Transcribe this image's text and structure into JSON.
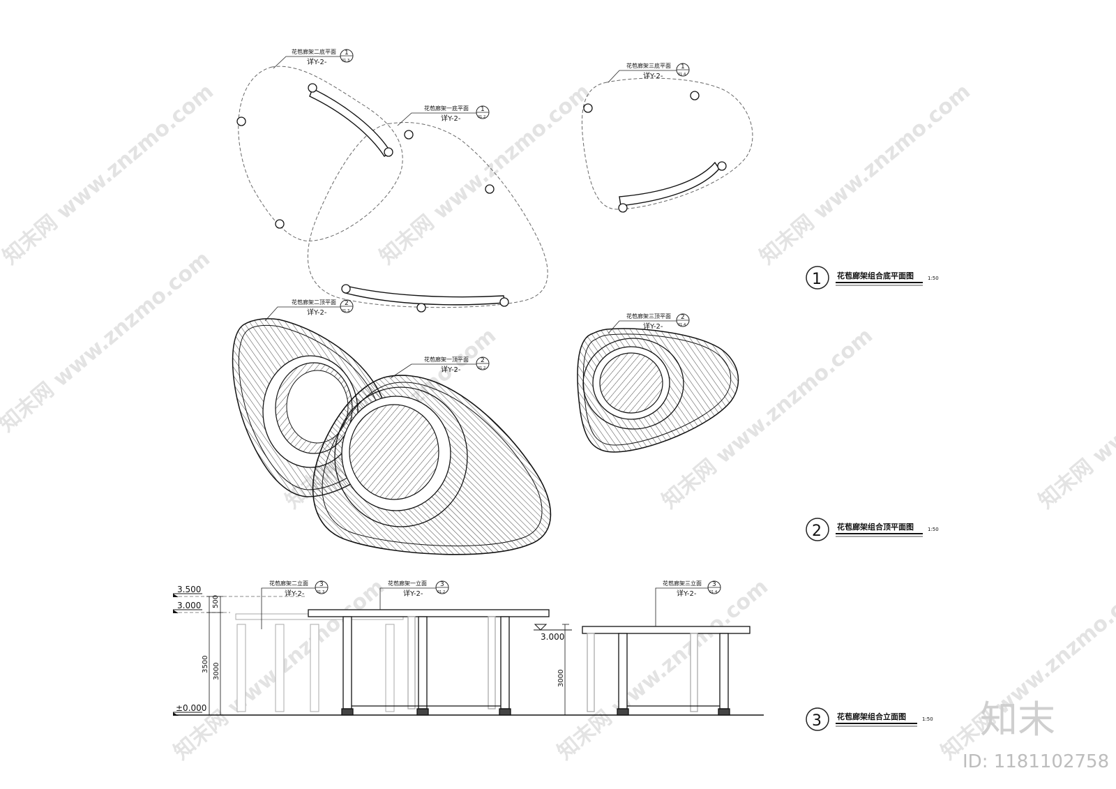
{
  "watermark": {
    "text": "知末网 www.znzmo.com",
    "logo": "知末",
    "id_text": "ID: 1181102758"
  },
  "titles": {
    "t1": {
      "num": "1",
      "text": "花苞廊架组合底平面图",
      "scale": "1:50"
    },
    "t2": {
      "num": "2",
      "text": "花苞廊架组合顶平面图",
      "scale": "1:50"
    },
    "t3": {
      "num": "3",
      "text": "花苞廊架组合立面图",
      "scale": "1:50"
    }
  },
  "callouts": {
    "c1": {
      "label": "花苞廊架二底平面",
      "ref": "详Y-2-",
      "num": "1",
      "sheet": "01.3"
    },
    "c2": {
      "label": "花苞廊架一底平面",
      "ref": "详Y-2-",
      "num": "1",
      "sheet": "01.2"
    },
    "c3": {
      "label": "花苞廊架三底平面",
      "ref": "详Y-2-",
      "num": "1",
      "sheet": "01.4"
    },
    "c4": {
      "label": "花苞廊架二顶平面",
      "ref": "详Y-2-",
      "num": "2",
      "sheet": "01.3"
    },
    "c5": {
      "label": "花苞廊架一顶平面",
      "ref": "详Y-2-",
      "num": "2",
      "sheet": "01.2"
    },
    "c6": {
      "label": "花苞廊架三顶平面",
      "ref": "详Y-2-",
      "num": "2",
      "sheet": "01.4"
    },
    "c7": {
      "label": "花苞廊架二立面",
      "ref": "详Y-2-",
      "num": "3",
      "sheet": "01.3"
    },
    "c8": {
      "label": "花苞廊架一立面",
      "ref": "详Y-2-",
      "num": "3",
      "sheet": "01.2"
    },
    "c9": {
      "label": "花苞廊架三立面",
      "ref": "详Y-2-",
      "num": "3",
      "sheet": "01.4"
    }
  },
  "elevation": {
    "lvl_top": "3.500",
    "lvl_mid": "3.000",
    "lvl_zero": "±0.000",
    "lvl_right": "3.000",
    "dim_500": "500",
    "dim_3500": "3500",
    "dim_3000": "3000",
    "dim_3000_right": "3000"
  }
}
